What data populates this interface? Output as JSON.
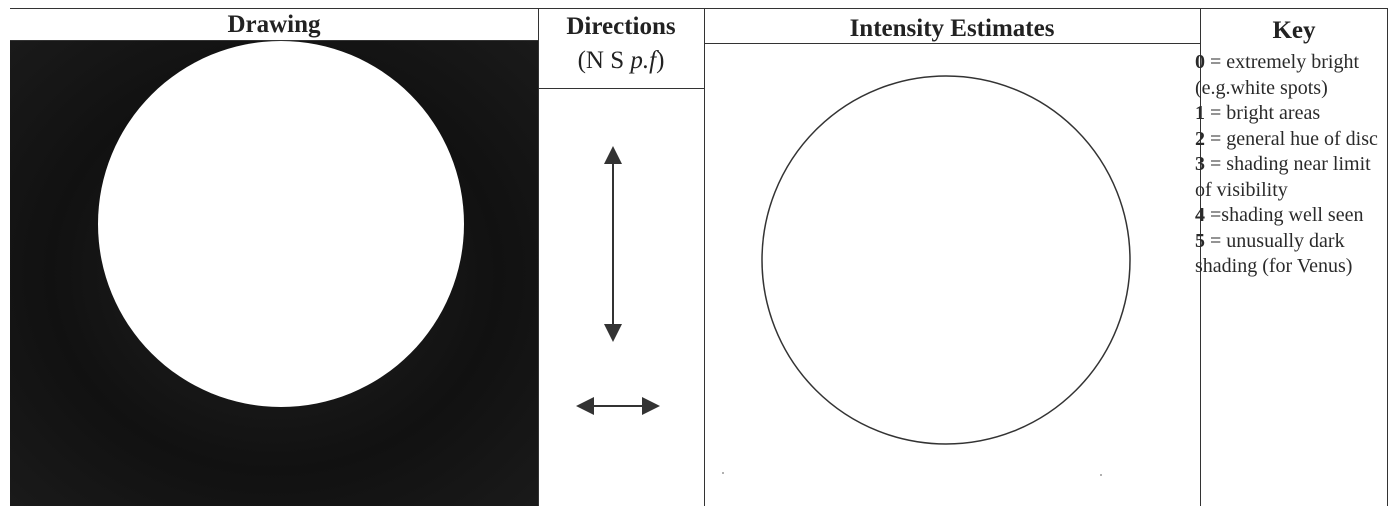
{
  "headers": {
    "drawing": "Drawing",
    "directions": "Directions",
    "directions_letters": "N S ",
    "directions_italic": "p.f",
    "intensity": "Intensity Estimates",
    "key": "Key"
  },
  "key_items": [
    {
      "level": "0",
      "text": " = extremely bright (e.g.white spots)"
    },
    {
      "level": "1",
      "text": " = bright areas"
    },
    {
      "level": "2",
      "text": " = general hue of  disc"
    },
    {
      "level": "3",
      "text": " = shading near limit of visibility"
    },
    {
      "level": "4",
      "text": " =shading well seen"
    },
    {
      "level": "5",
      "text": " = unusually dark shading (for Venus)"
    }
  ],
  "colors": {
    "ink": "#333333",
    "drawing_background": "#151515",
    "disc": "#ffffff"
  }
}
